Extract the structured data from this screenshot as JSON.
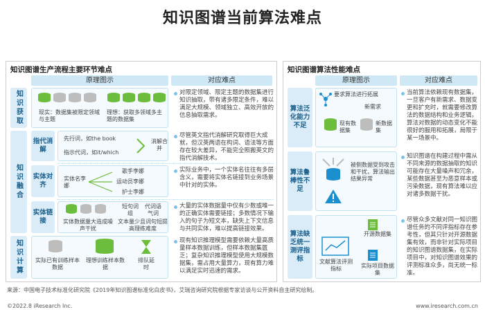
{
  "title": "知识图谱当前算法难点",
  "left": {
    "title": "知识图谱生产流程主要环节难点",
    "col1": "原理图示",
    "col2": "对应难点",
    "get": {
      "label": "知识获取",
      "c1": "现实：数据集被限定领域与主题",
      "c2": "理想：获取多领域多主题的数据集",
      "desc": "对限定领域、限定主题的数据集进行知识抽取，带有诸多限定条件，难以满足大规模、领域独立、高效开放的信息抽取需求。"
    },
    "fuse": {
      "label": "知识融合",
      "coref": {
        "label": "指代消解",
        "a": "先行词，如the book",
        "b": "指示代词，如it/which",
        "c": "消解合并",
        "desc": "尽管英文指代消解研究取得巨大成就，但汉英两语在构词、语法等方面存在较大差异，不能完全照搬英文的指代消解技术。"
      },
      "align": {
        "label": "实体对齐",
        "name": "实体名李娜",
        "a": "歌手李娜",
        "b": "运动员李娜",
        "c": "护士李娜",
        "desc": "实际业务中，一个实体名往往有多层含义，需要将实体名链接到业务场景中针对的实体。"
      },
      "link": {
        "label": "实体链接",
        "a": "实体数据量大造成噪声干扰",
        "b": "短句词组",
        "c": "代词语气词",
        "d": "文本量少且词句短提高理练难度",
        "desc": "大量的实体数据量中仅有少数或唯一的正确实体需要链接；多数情况下输入的句子为短文本，缺失上下文信息与共同实体，难以提高链接效果。"
      }
    },
    "calc": {
      "label": "知识计算",
      "a": "实际已有训练样本数据",
      "b": "理想训练样本数据",
      "c": "排队延时",
      "desc": "现有知识推理模型需要依赖大量高质量样本数据训练，但样本数据集匮乏；复杂知识推理模型使用大规模数据集，需占用大量算力，现有算力难以满足实时迅速的需求。"
    }
  },
  "right": {
    "title": "知识图谱算法性能难点",
    "col1": "原理图示",
    "col2": "对应难点",
    "gen": {
      "label": "算法泛化能力不足",
      "a": "要求算法进行拓展",
      "b": "新需求",
      "c": "现有数据集",
      "d": "新数据集",
      "desc": "当前算法依赖现有数据集，一旦客户有新需求、数据变更和扩充时，就需要修改算法的数据结构和业务逻辑，算法对数据的动态变化不能很好的服用和拓展，局限于某一场景中。"
    },
    "rob": {
      "label": "算法鲁棒性不足",
      "a": "被侧数据受到攻击和干扰，算法输出结果异常",
      "desc": "知识图谱在构建过程中需从不同来源的数据抽取的知识可能存在大量噪声和冗余，某些数据甚至为恶意样本或污染数据，现有算法难以应对诸多数据干扰。"
    },
    "eval": {
      "label": "算法缺乏统一测评指标",
      "a": "开源数据集",
      "b": "文献算法评测指标",
      "c": "实际项目数据集",
      "desc": "尽管众多文献对同一知识图谱任务的不同评指标存在参考性，但其只针对开源数据集有效，而非针对实际项目的知识图谱数据集，在实际项目中，对知识图谱效果的评测标准众多，尚无统一标准。"
    }
  },
  "source": "来源：中国电子技术标准化研究院《2019年知识图谱标准化白皮书》，艾瑞咨询研究院根据专家访谈与公开资料自主研究绘制。",
  "copyright": "©2022.8 iResearch Inc.",
  "website": "www.iresearch.com.cn",
  "colors": {
    "accent": "#1a8fd0",
    "light": "#cfe8f5",
    "green": "#6dbd3c",
    "grey": "#bdbdbd",
    "red": "#d33"
  }
}
